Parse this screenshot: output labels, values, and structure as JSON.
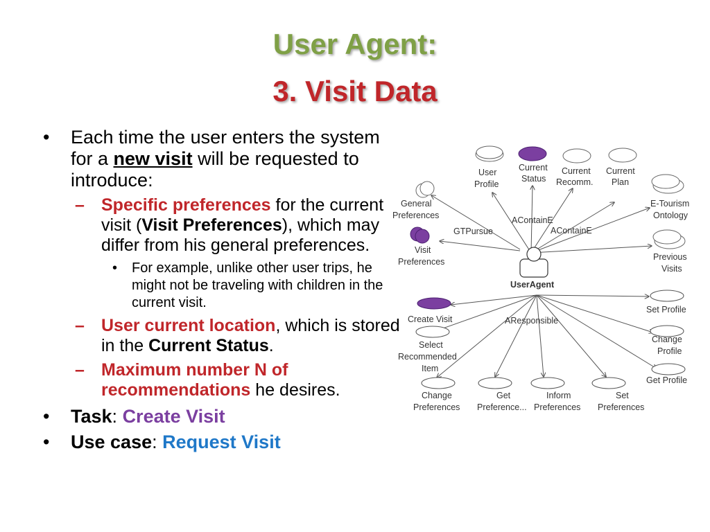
{
  "title": {
    "line1": "User Agent:",
    "line2": "3. Visit Data"
  },
  "bullets": {
    "b1": {
      "pre": "Each time the user enters the system for a ",
      "em": "new visit",
      "post": " will be requested to introduce:"
    },
    "s1": {
      "red": "Specific preferences",
      "mid": " for the current visit (",
      "bold": "Visit Preferences",
      "post": "), which may differ from his general preferences."
    },
    "ss1": "For example, unlike other user trips, he might not be traveling with children in the current visit.",
    "s2": {
      "red": "User current location",
      "mid": ", which is stored in the ",
      "bold": "Current Status",
      "post": "."
    },
    "s3": {
      "red": "Maximum number N of recommendations",
      "post": " he desires."
    },
    "task": {
      "label": "Task",
      "sep": ": ",
      "value": "Create Visit"
    },
    "usecase": {
      "label": "Use case",
      "sep": ": ",
      "value": "Request Visit"
    }
  },
  "diagram": {
    "center": "UserAgent",
    "edges": [
      "GTPursue",
      "AContainE",
      "AContainE",
      "AResponsible"
    ],
    "belief_nodes": [
      {
        "lines": [
          "User",
          "Profile"
        ]
      },
      {
        "lines": [
          "Current",
          "Status"
        ]
      },
      {
        "lines": [
          "Current",
          "Recomm."
        ]
      },
      {
        "lines": [
          "Current",
          "Plan"
        ]
      },
      {
        "lines": [
          "E-Tourism",
          "Ontology"
        ]
      },
      {
        "lines": [
          "Previous",
          "Visits"
        ]
      },
      {
        "lines": [
          "General",
          "Preferences"
        ]
      },
      {
        "lines": [
          "Visit",
          "Preferences"
        ]
      }
    ],
    "task_nodes": [
      {
        "lines": [
          "Create Visit"
        ]
      },
      {
        "lines": [
          "Select",
          "Recommended",
          "Item"
        ]
      },
      {
        "lines": [
          "Change",
          "Preferences"
        ]
      },
      {
        "lines": [
          "Get",
          "Preference..."
        ]
      },
      {
        "lines": [
          "Inform",
          "Preferences"
        ]
      },
      {
        "lines": [
          "Set",
          "Preferences"
        ]
      },
      {
        "lines": [
          "Get Profile"
        ]
      },
      {
        "lines": [
          "Change",
          "Profile"
        ]
      },
      {
        "lines": [
          "Set Profile"
        ]
      }
    ],
    "colors": {
      "highlight": "#7b3fa0",
      "line": "#555555"
    }
  }
}
